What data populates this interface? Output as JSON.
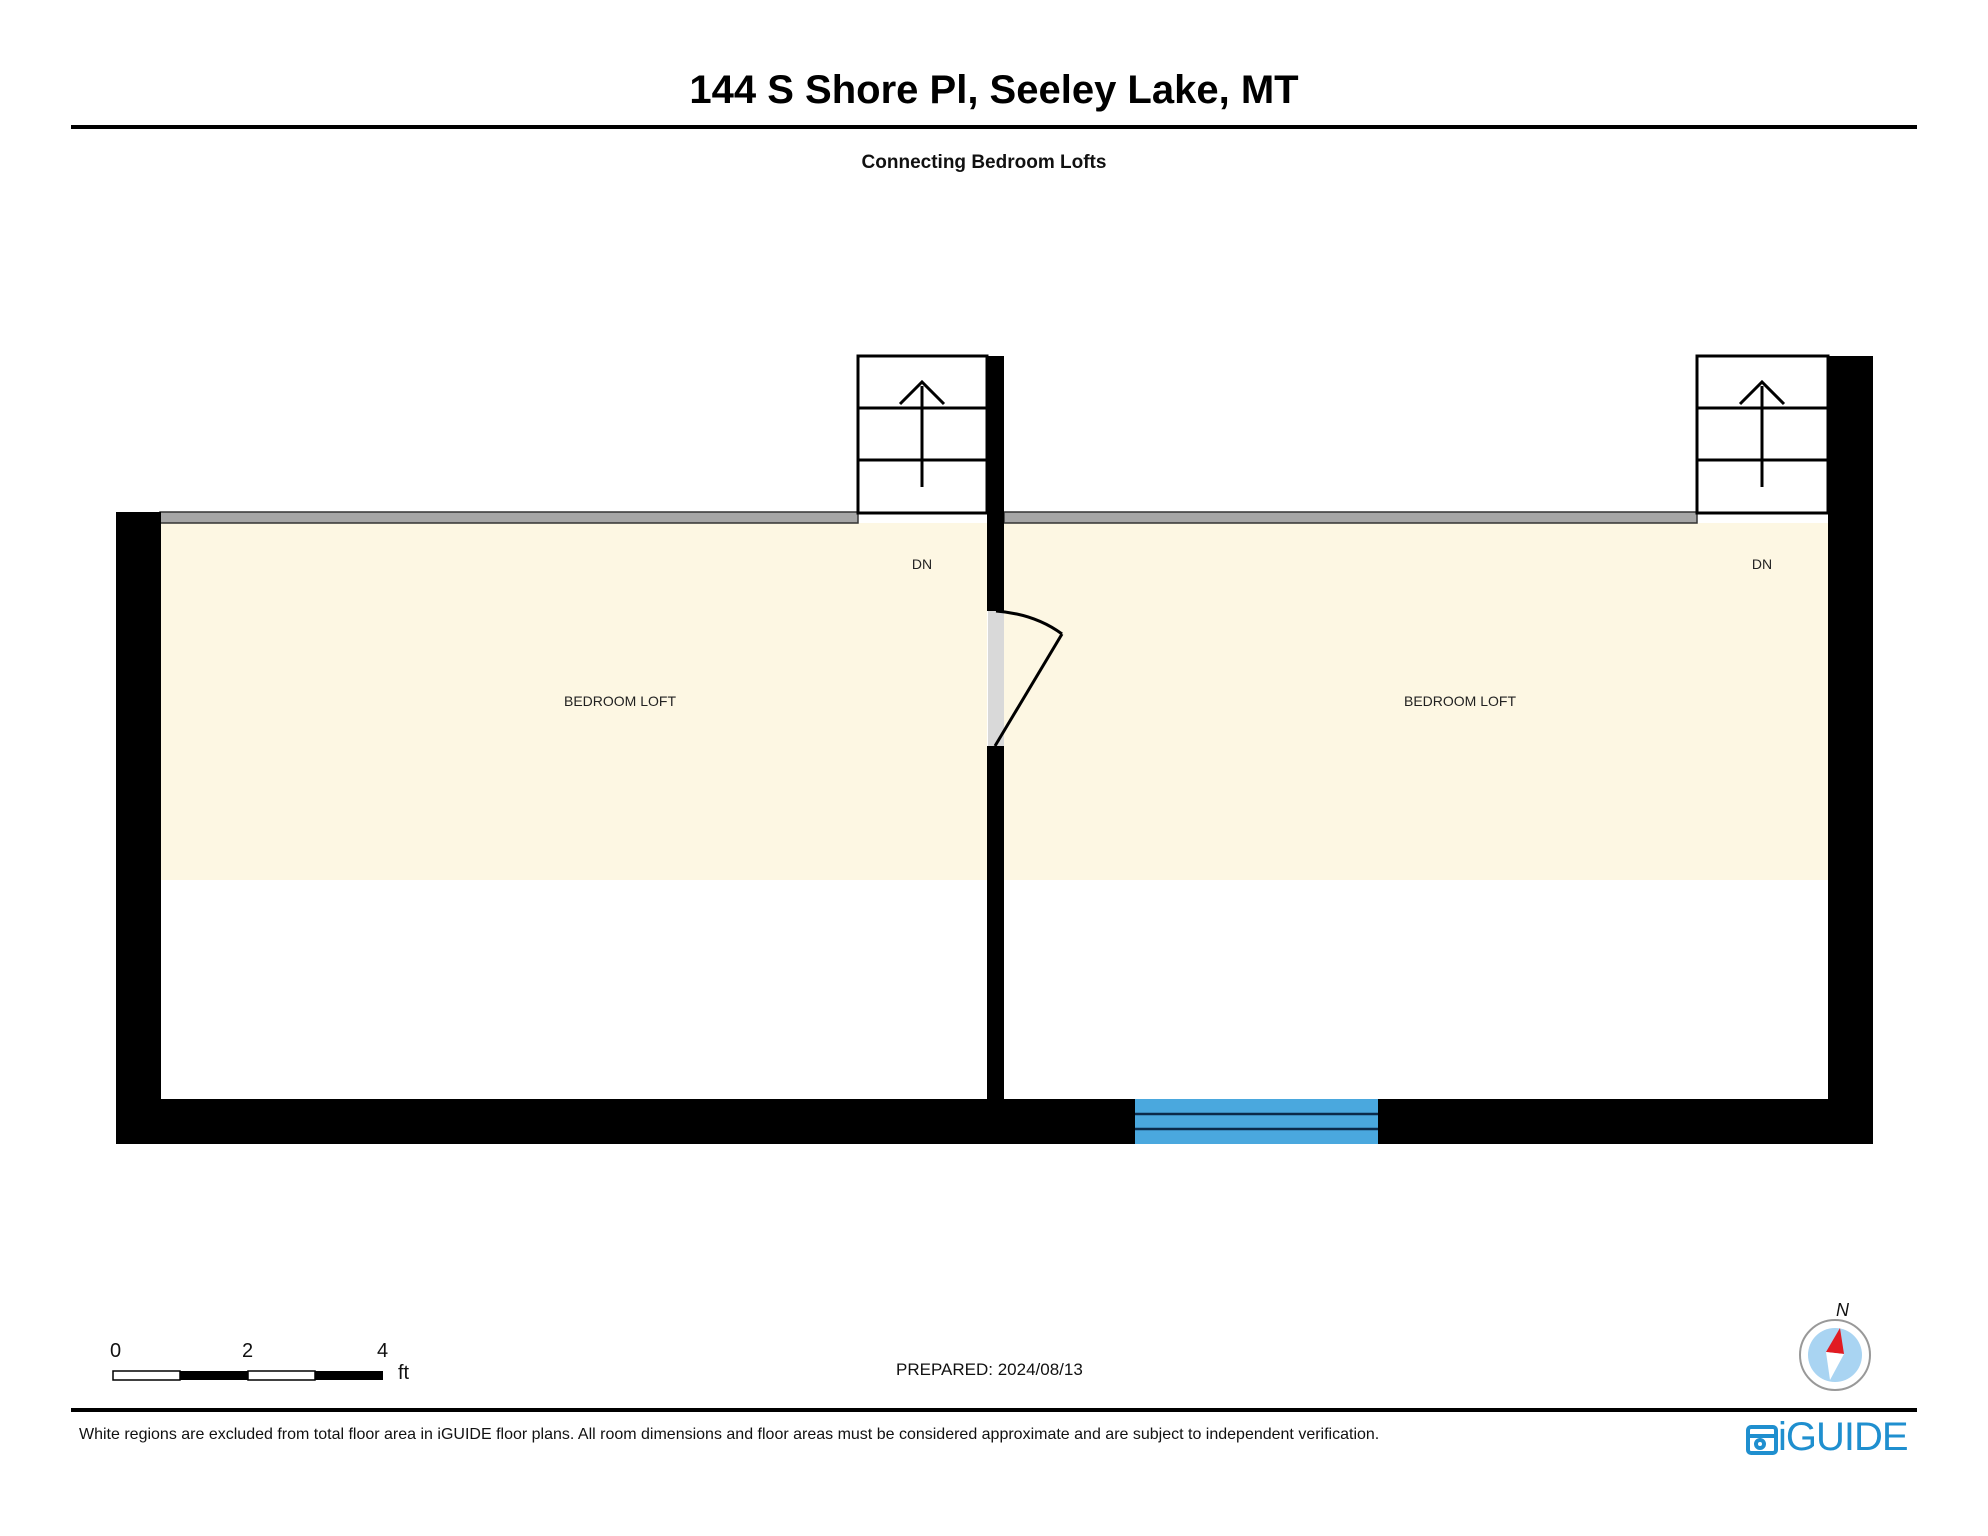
{
  "header": {
    "title": "144 S Shore Pl, Seeley Lake, MT",
    "subtitle": "Connecting Bedroom Lofts"
  },
  "floorplan": {
    "rooms": [
      {
        "label": "BEDROOM LOFT",
        "stair_label": "DN"
      },
      {
        "label": "BEDROOM LOFT",
        "stair_label": "DN"
      }
    ],
    "colors": {
      "wall": "#000000",
      "room_fill": "#fdf7e3",
      "railing": "#a6a6a6",
      "door_frame": "#d9d9d9",
      "window": "#4aa8de",
      "window_lines": "#0b2a4a"
    }
  },
  "scale_bar": {
    "ticks": [
      "0",
      "2",
      "4"
    ],
    "unit": "ft"
  },
  "prepared": "PREPARED: 2024/08/13",
  "compass": {
    "north_label": "N",
    "needle_color": "#e11b22",
    "face_color": "#a9d4f2"
  },
  "footer": {
    "note": "White regions are excluded from total floor area in iGUIDE floor plans. All room dimensions and floor areas must be considered approximate and are subject to independent verification.",
    "brand": "iGUIDE",
    "brand_color": "#1f8fcf"
  }
}
